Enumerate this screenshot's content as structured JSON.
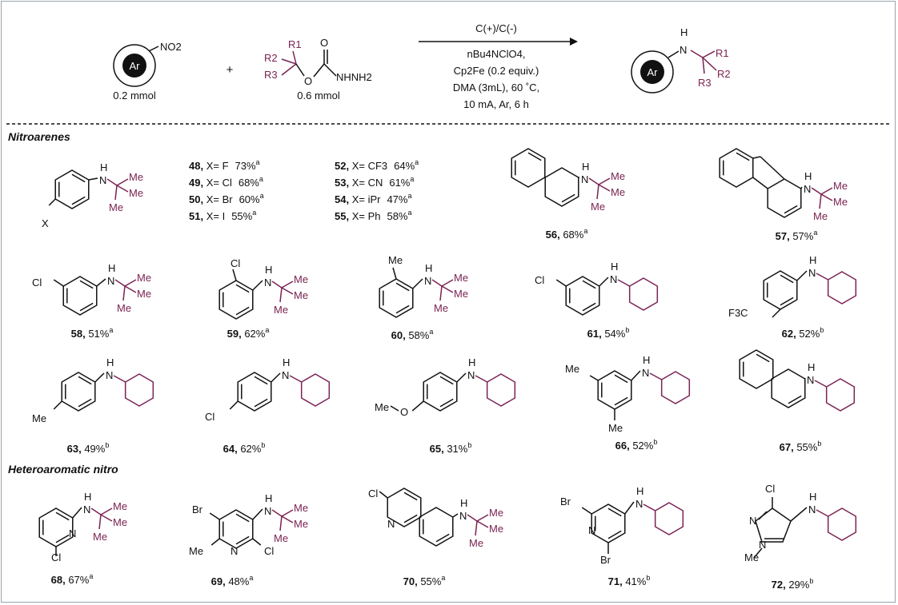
{
  "reaction": {
    "reagent1_amount": "0.2 mmol",
    "reagent2_amount": "0.6 mmol",
    "ar_label": "Ar",
    "no2_label": "NO2",
    "plus": "+",
    "nhnh2_label": "NHNH2",
    "o_label": "O",
    "r1": "R1",
    "r2": "R2",
    "r3": "R3",
    "cond1": "C(+)/C(-)",
    "cond2": "nBu4NClO4,",
    "cond3": "Cp2Fe (0.2 equiv.)",
    "cond4": "DMA (3mL), 60 ˚C,",
    "cond5": "10 mA, Ar, 6 h",
    "h_label": "H",
    "n_label": "N"
  },
  "sections": {
    "nitroarenes": "Nitroarenes",
    "heteroaromatic": "Heteroaromatic nitro"
  },
  "table_48_55": [
    {
      "id": "48",
      "x": "X= F",
      "yield": "73%",
      "note": "a"
    },
    {
      "id": "49",
      "x": "X= Cl",
      "yield": "68%",
      "note": "a"
    },
    {
      "id": "50",
      "x": "X= Br",
      "yield": "60%",
      "note": "a"
    },
    {
      "id": "51",
      "x": "X= I",
      "yield": "55%",
      "note": "a"
    },
    {
      "id": "52",
      "x": "X= CF3",
      "yield": "64%",
      "note": "a"
    },
    {
      "id": "53",
      "x": "X= CN",
      "yield": "61%",
      "note": "a"
    },
    {
      "id": "54",
      "x": "X= iPr",
      "yield": "47%",
      "note": "a"
    },
    {
      "id": "55",
      "x": "X= Ph",
      "yield": "58%",
      "note": "a"
    }
  ],
  "compounds": [
    {
      "id": "56",
      "yield": "68%",
      "note": "a"
    },
    {
      "id": "57",
      "yield": "57%",
      "note": "a"
    },
    {
      "id": "58",
      "yield": "51%",
      "note": "a"
    },
    {
      "id": "59",
      "yield": "62%",
      "note": "a"
    },
    {
      "id": "60",
      "yield": "58%",
      "note": "a"
    },
    {
      "id": "61",
      "yield": "54%",
      "note": "b"
    },
    {
      "id": "62",
      "yield": "52%",
      "note": "b"
    },
    {
      "id": "63",
      "yield": "49%",
      "note": "b"
    },
    {
      "id": "64",
      "yield": "62%",
      "note": "b"
    },
    {
      "id": "65",
      "yield": "31%",
      "note": "b"
    },
    {
      "id": "66",
      "yield": "52%",
      "note": "b"
    },
    {
      "id": "67",
      "yield": "55%",
      "note": "b"
    },
    {
      "id": "68",
      "yield": "67%",
      "note": "a"
    },
    {
      "id": "69",
      "yield": "48%",
      "note": "a"
    },
    {
      "id": "70",
      "yield": "55%",
      "note": "a"
    },
    {
      "id": "71",
      "yield": "41%",
      "note": "b"
    },
    {
      "id": "72",
      "yield": "29%",
      "note": "b"
    }
  ],
  "atoms": {
    "x": "X",
    "me": "Me",
    "cl": "Cl",
    "br": "Br",
    "f3c": "F3C",
    "meo": "Me",
    "o": "O",
    "n": "N"
  }
}
